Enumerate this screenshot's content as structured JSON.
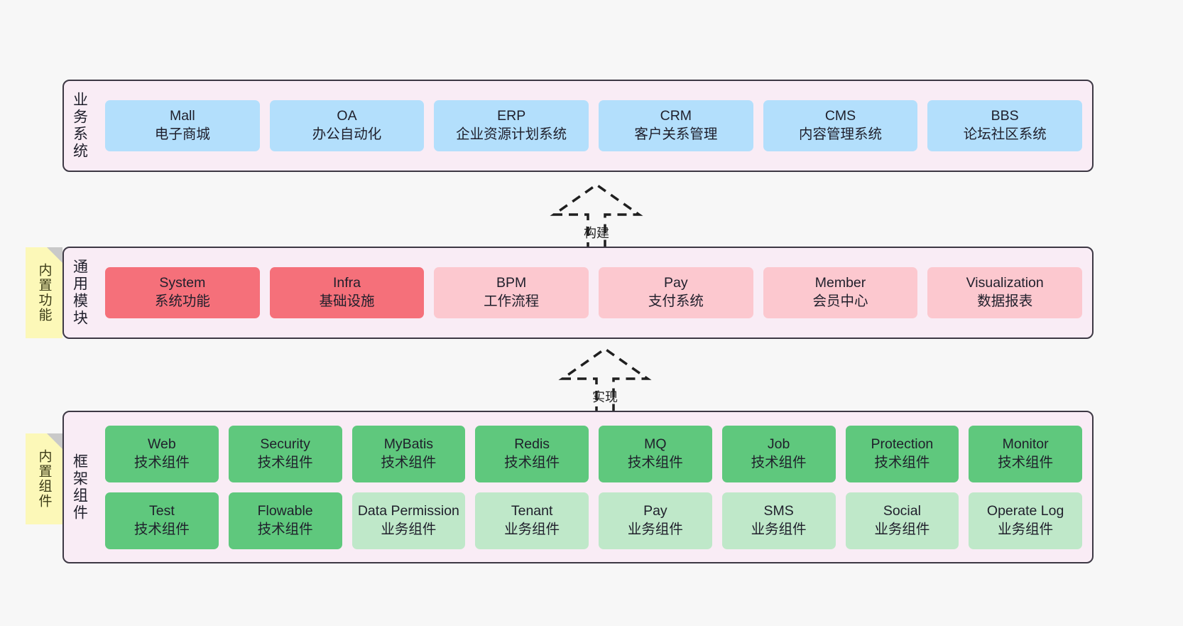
{
  "diagram": {
    "background_color": "#f7f7f7",
    "container_fill": "#f9ecf5",
    "container_border": "#3d3844",
    "colors": {
      "business_box": "#b3dffc",
      "core_module": "#f5707a",
      "optional_module": "#fcc8cf",
      "tech_component": "#5fc87d",
      "biz_component": "#bfe8c9",
      "sticky_note": "#fcf8b8"
    }
  },
  "layers": [
    {
      "key": "business",
      "title": "业务系统",
      "rows": [
        [
          {
            "en": "Mall",
            "cn": "电子商城",
            "style": "c-blue"
          },
          {
            "en": "OA",
            "cn": "办公自动化",
            "style": "c-blue"
          },
          {
            "en": "ERP",
            "cn": "企业资源计划系统",
            "style": "c-blue"
          },
          {
            "en": "CRM",
            "cn": "客户关系管理",
            "style": "c-blue"
          },
          {
            "en": "CMS",
            "cn": "内容管理系统",
            "style": "c-blue"
          },
          {
            "en": "BBS",
            "cn": "论坛社区系统",
            "style": "c-blue"
          }
        ]
      ]
    },
    {
      "key": "common",
      "title": "通用模块",
      "sticky": "内置功能",
      "rows": [
        [
          {
            "en": "System",
            "cn": "系统功能",
            "style": "c-red"
          },
          {
            "en": "Infra",
            "cn": "基础设施",
            "style": "c-red"
          },
          {
            "en": "BPM",
            "cn": "工作流程",
            "style": "c-pink"
          },
          {
            "en": "Pay",
            "cn": "支付系统",
            "style": "c-pink"
          },
          {
            "en": "Member",
            "cn": "会员中心",
            "style": "c-pink"
          },
          {
            "en": "Visualization",
            "cn": "数据报表",
            "style": "c-pink"
          }
        ]
      ]
    },
    {
      "key": "framework",
      "title": "框架组件",
      "sticky": "内置组件",
      "rows": [
        [
          {
            "en": "Web",
            "cn": "技术组件",
            "style": "c-green"
          },
          {
            "en": "Security",
            "cn": "技术组件",
            "style": "c-green"
          },
          {
            "en": "MyBatis",
            "cn": "技术组件",
            "style": "c-green"
          },
          {
            "en": "Redis",
            "cn": "技术组件",
            "style": "c-green"
          },
          {
            "en": "MQ",
            "cn": "技术组件",
            "style": "c-green"
          },
          {
            "en": "Job",
            "cn": "技术组件",
            "style": "c-green"
          },
          {
            "en": "Protection",
            "cn": "技术组件",
            "style": "c-green"
          },
          {
            "en": "Monitor",
            "cn": "技术组件",
            "style": "c-green"
          }
        ],
        [
          {
            "en": "Test",
            "cn": "技术组件",
            "style": "c-green"
          },
          {
            "en": "Flowable",
            "cn": "技术组件",
            "style": "c-green"
          },
          {
            "en": "Data Permission",
            "cn": "业务组件",
            "style": "c-lightgreen"
          },
          {
            "en": "Tenant",
            "cn": "业务组件",
            "style": "c-lightgreen"
          },
          {
            "en": "Pay",
            "cn": "业务组件",
            "style": "c-lightgreen"
          },
          {
            "en": "SMS",
            "cn": "业务组件",
            "style": "c-lightgreen"
          },
          {
            "en": "Social",
            "cn": "业务组件",
            "style": "c-lightgreen"
          },
          {
            "en": "Operate Log",
            "cn": "业务组件",
            "style": "c-lightgreen"
          }
        ]
      ]
    }
  ],
  "connectors": [
    {
      "key": "build",
      "label": "构建",
      "from": "common",
      "to": "business"
    },
    {
      "key": "impl",
      "label": "实现",
      "from": "framework",
      "to": "common"
    }
  ]
}
